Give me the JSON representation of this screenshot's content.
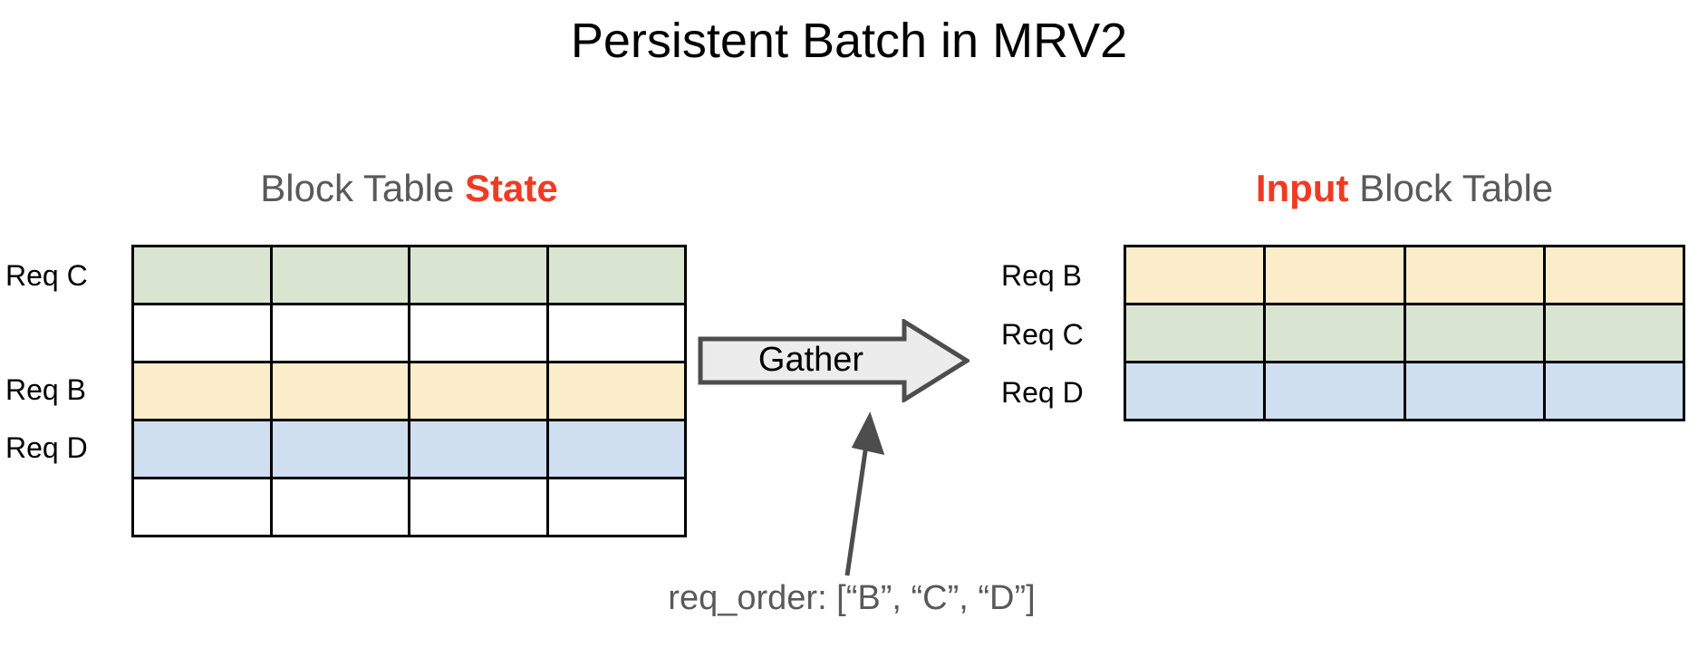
{
  "slide": {
    "title": "Persistent Batch in MRV2"
  },
  "left_panel": {
    "heading_prefix": "Block Table ",
    "heading_accent": "State",
    "accent_color": "#ef3b24",
    "muted_color": "#595959",
    "row_labels": [
      {
        "text": "Req C",
        "row_index": 0,
        "color_name": "green"
      },
      {
        "text": "Req B",
        "row_index": 2,
        "color_name": "yellow"
      },
      {
        "text": "Req D",
        "row_index": 3,
        "color_name": "blue"
      }
    ],
    "table": {
      "columns": 4,
      "rows": 5,
      "row_fills": [
        "green",
        "white",
        "yellow",
        "blue",
        "white"
      ],
      "fill_colors": {
        "green": "#d9e4d1",
        "yellow": "#fbecca",
        "blue": "#cfdff0",
        "white": "#ffffff"
      },
      "cells": [
        [
          "",
          "",
          "",
          ""
        ],
        [
          "",
          "",
          "",
          ""
        ],
        [
          "",
          "",
          "",
          ""
        ],
        [
          "",
          "",
          "",
          ""
        ],
        [
          "",
          "",
          "",
          ""
        ]
      ]
    }
  },
  "right_panel": {
    "heading_accent": "Input",
    "heading_suffix": " Block Table",
    "row_labels": [
      {
        "text": "Req B",
        "row_index": 0,
        "color_name": "yellow"
      },
      {
        "text": "Req C",
        "row_index": 1,
        "color_name": "green"
      },
      {
        "text": "Req D",
        "row_index": 2,
        "color_name": "blue"
      }
    ],
    "table": {
      "columns": 4,
      "rows": 3,
      "row_fills": [
        "yellow",
        "green",
        "blue"
      ],
      "fill_colors": {
        "green": "#d9e4d1",
        "yellow": "#fbecca",
        "blue": "#cfdff0"
      },
      "cells": [
        [
          "",
          "",
          "",
          ""
        ],
        [
          "",
          "",
          "",
          ""
        ],
        [
          "",
          "",
          "",
          ""
        ]
      ]
    }
  },
  "gather": {
    "label": "Gather",
    "fill": "#ececec",
    "stroke": "#4d4d4d",
    "direction": "right"
  },
  "annotation": {
    "caption": "req_order: [“B”, “C”, “D”]",
    "pointer_color": "#4d4d4d"
  }
}
